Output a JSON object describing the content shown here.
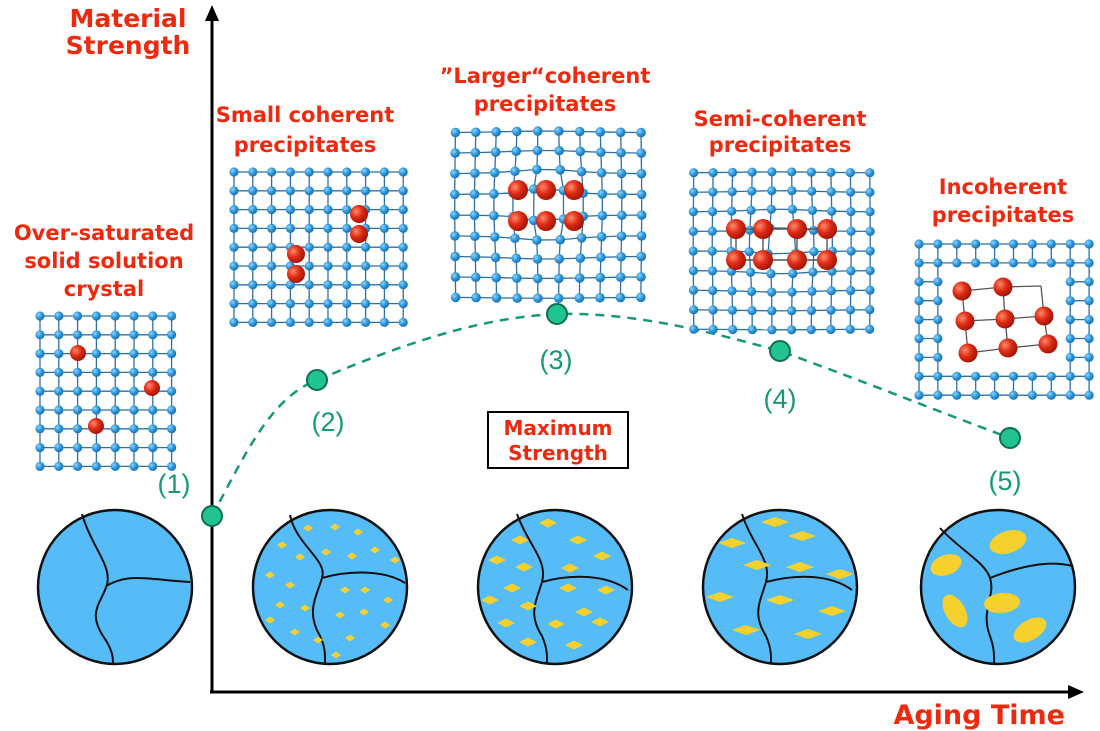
{
  "axes": {
    "y_label_line1": "Material",
    "y_label_line2": "Strength",
    "x_label": "Aging Time"
  },
  "stages": [
    {
      "number": "(1)",
      "title_lines": [
        "Over-saturated",
        "solid solution",
        "crystal"
      ]
    },
    {
      "number": "(2)",
      "title_lines": [
        "Small coherent",
        "precipitates"
      ]
    },
    {
      "number": "(3)",
      "title_lines": [
        "”Larger“coherent",
        "precipitates"
      ]
    },
    {
      "number": "(4)",
      "title_lines": [
        "Semi-coherent",
        "precipitates"
      ]
    },
    {
      "number": "(5)",
      "title_lines": [
        "Incoherent",
        "precipitates"
      ]
    }
  ],
  "peak_box": {
    "line1": "Maximum",
    "line2": "Strength"
  },
  "colors": {
    "label_red": "#ee2a0e",
    "curve_green": "#16997a",
    "point_fill": "#21c38f",
    "lattice_atom": "#2a95d8",
    "lattice_line": "#2e6fa6",
    "precipitate_atom": "#dd2a14",
    "grain_fill": "#56bcf8",
    "precipitate_particle": "#f6d12e",
    "axis": "#000000"
  }
}
